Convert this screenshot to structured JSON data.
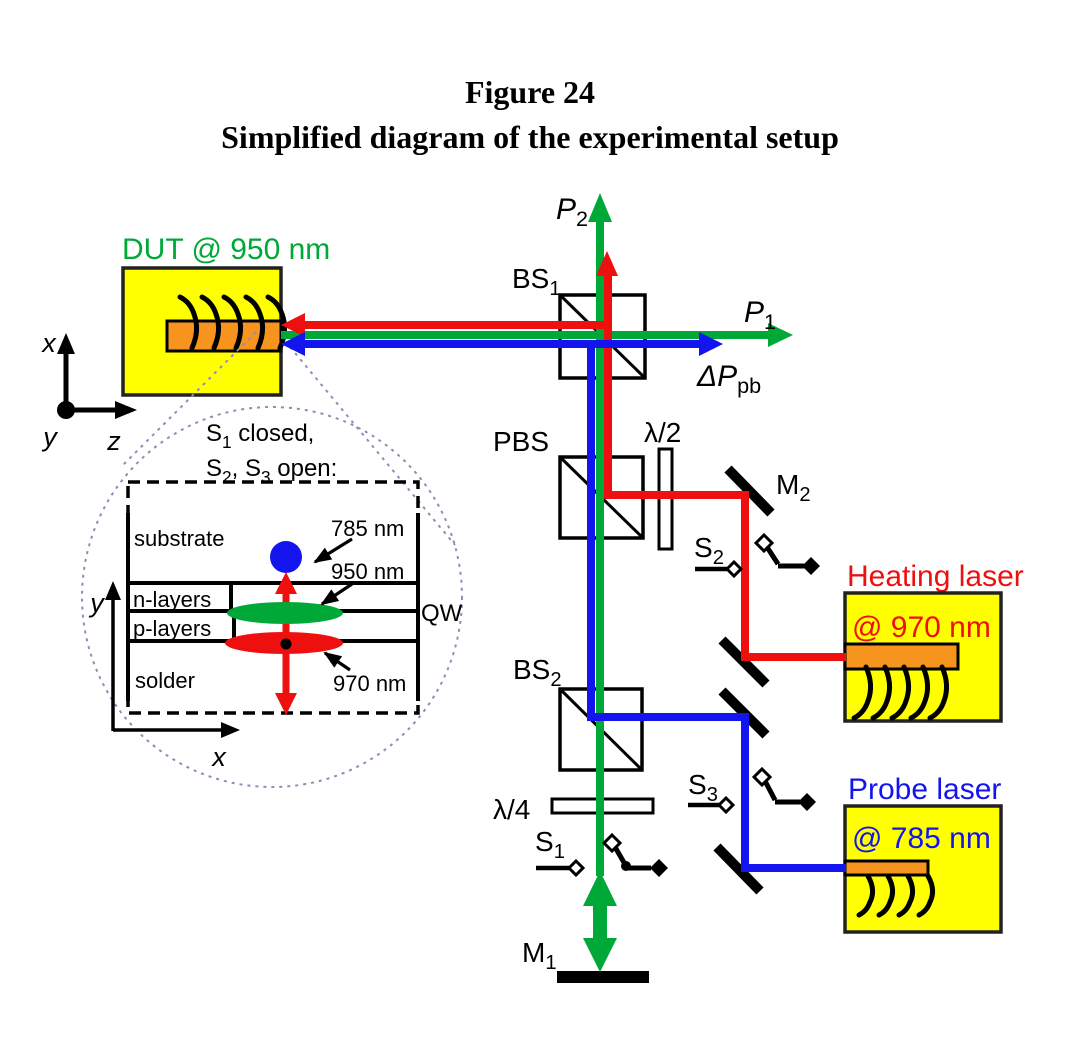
{
  "figure": {
    "title_line1": "Figure 24",
    "title_line2": "Simplified diagram of the experimental setup"
  },
  "colors": {
    "red": "#ee0f0f",
    "green": "#00a838",
    "blue": "#1414ee",
    "yellow": "#ffff00",
    "orange": "#f7941e",
    "callout": "#8e8eb4"
  },
  "axes_main": {
    "x": "x",
    "y": "y",
    "z": "z"
  },
  "dut": {
    "label": "DUT @ 950 nm"
  },
  "beams": {
    "p2": {
      "m": "P",
      "s": "2"
    },
    "p1": {
      "m": "P",
      "s": "1"
    },
    "dppb": {
      "m": "ΔP",
      "s": "pb"
    }
  },
  "components": {
    "bs1": {
      "m": "BS",
      "s": "1"
    },
    "bs2": {
      "m": "BS",
      "s": "2"
    },
    "pbs": "PBS",
    "hwp": "λ/2",
    "qwp": "λ/4",
    "m1": {
      "m": "M",
      "s": "1"
    },
    "m2": {
      "m": "M",
      "s": "2"
    },
    "s1": {
      "m": "S",
      "s": "1"
    },
    "s2": {
      "m": "S",
      "s": "2"
    },
    "s3": {
      "m": "S",
      "s": "3"
    }
  },
  "lasers": {
    "heating": {
      "name": "Heating laser",
      "wavelength": "@ 970 nm"
    },
    "probe": {
      "name": "Probe laser",
      "wavelength": "@ 785 nm"
    }
  },
  "inset": {
    "cond1_s": "S",
    "cond1_sub": "1",
    "cond1_rest": " closed,",
    "cond2_s": "S",
    "cond2_sub": "2",
    "cond2_mid": ", S",
    "cond2_sub2": "3",
    "cond2_rest": " open:",
    "substrate": "substrate",
    "n_layers": "n-layers",
    "p_layers": "p-layers",
    "solder": "solder",
    "qw": "QW",
    "w785": "785 nm",
    "w950": "950 nm",
    "w970": "970 nm",
    "axis_x": "x",
    "axis_y": "y"
  }
}
